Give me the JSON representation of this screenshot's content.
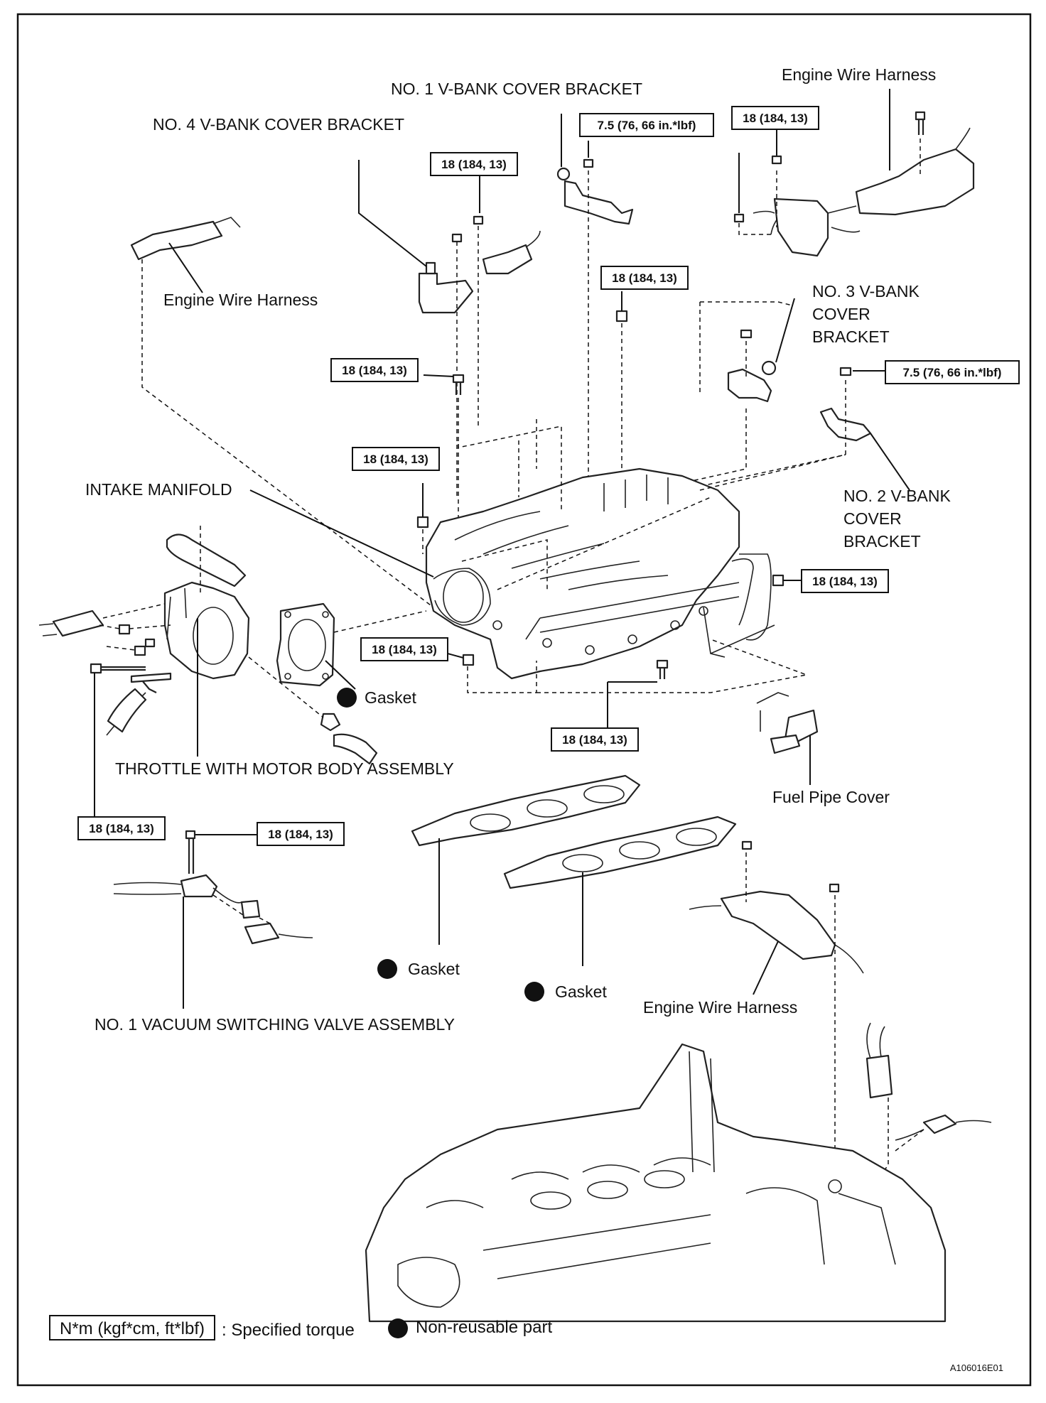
{
  "labels": {
    "engine_wire_harness_top": "Engine Wire Harness",
    "no1_vbank_bracket": "NO. 1 V-BANK COVER BRACKET",
    "no4_vbank_bracket": "NO. 4 V-BANK COVER BRACKET",
    "engine_wire_harness_left": "Engine Wire Harness",
    "no3_vbank_line1": "NO. 3 V-BANK",
    "no3_vbank_line2": "COVER",
    "no3_vbank_line3": "BRACKET",
    "no2_vbank_line1": "NO. 2 V-BANK",
    "no2_vbank_line2": "COVER",
    "no2_vbank_line3": "BRACKET",
    "intake_manifold": "INTAKE MANIFOLD",
    "gasket_throttle": "Gasket",
    "throttle_body": "THROTTLE WITH MOTOR BODY ASSEMBLY",
    "fuel_pipe_cover": "Fuel Pipe Cover",
    "gasket_left_manifold": "Gasket",
    "gasket_right_manifold": "Gasket",
    "engine_wire_harness_bottom": "Engine Wire Harness",
    "vsv_assembly": "NO. 1 VACUUM SWITCHING VALVE ASSEMBLY"
  },
  "torques": {
    "t18": "18 (184, 13)",
    "t75": "7.5 (76, 66 in.*lbf)"
  },
  "legend": {
    "unit_box": "N*m (kgf*cm, ft*lbf)",
    "specified_torque": ": Specified torque",
    "non_reusable": "Non-reusable part"
  },
  "figure_code": "A106016E01"
}
